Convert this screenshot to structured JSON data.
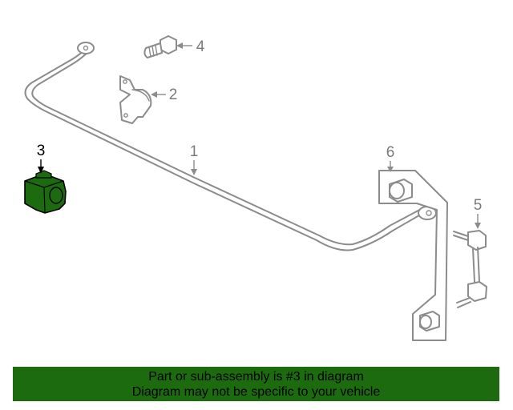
{
  "callouts": {
    "c1": "1",
    "c2": "2",
    "c3": "3",
    "c4": "4",
    "c5": "5",
    "c6": "6"
  },
  "highlighted_part": "3",
  "colors": {
    "highlight_fill": "#1d6b0f",
    "part_outline": "#8c8c8c",
    "banner_background": "#1d6b0f"
  },
  "banner": {
    "line1": "Part or sub-assembly is #3 in diagram",
    "line2": "Diagram may not be specific to your vehicle"
  }
}
